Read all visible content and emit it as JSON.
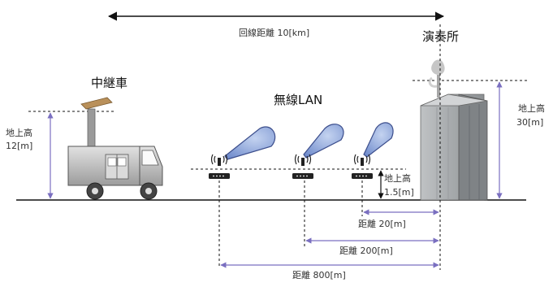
{
  "labels": {
    "line_distance": "回線距離 10[km]",
    "concert_hall": "演奏所",
    "relay_vehicle": "中継車",
    "wireless_lan": "無線LAN",
    "vehicle_height_line1": "地上高",
    "vehicle_height_line2": "12[m]",
    "building_height_line1": "地上高",
    "building_height_line2": "30[m]",
    "device_height_line1": "地上高",
    "device_height_line2": "1.5[m]",
    "dist_20": "距離 20[m]",
    "dist_200": "距離 200[m]",
    "dist_800": "距離 800[m]"
  },
  "colors": {
    "line": "#111111",
    "dim_arrow": "#7a6fc0",
    "beam_fill": "#8fa8dc",
    "beam_stroke": "#3c4e8c",
    "building_front": "#a9acae",
    "building_side": "#7f8386",
    "truck_body": "#c8c8c8"
  },
  "icons": [
    "relay-truck-icon",
    "wifi-router-icon",
    "building-icon",
    "antenna-dish-icon"
  ]
}
